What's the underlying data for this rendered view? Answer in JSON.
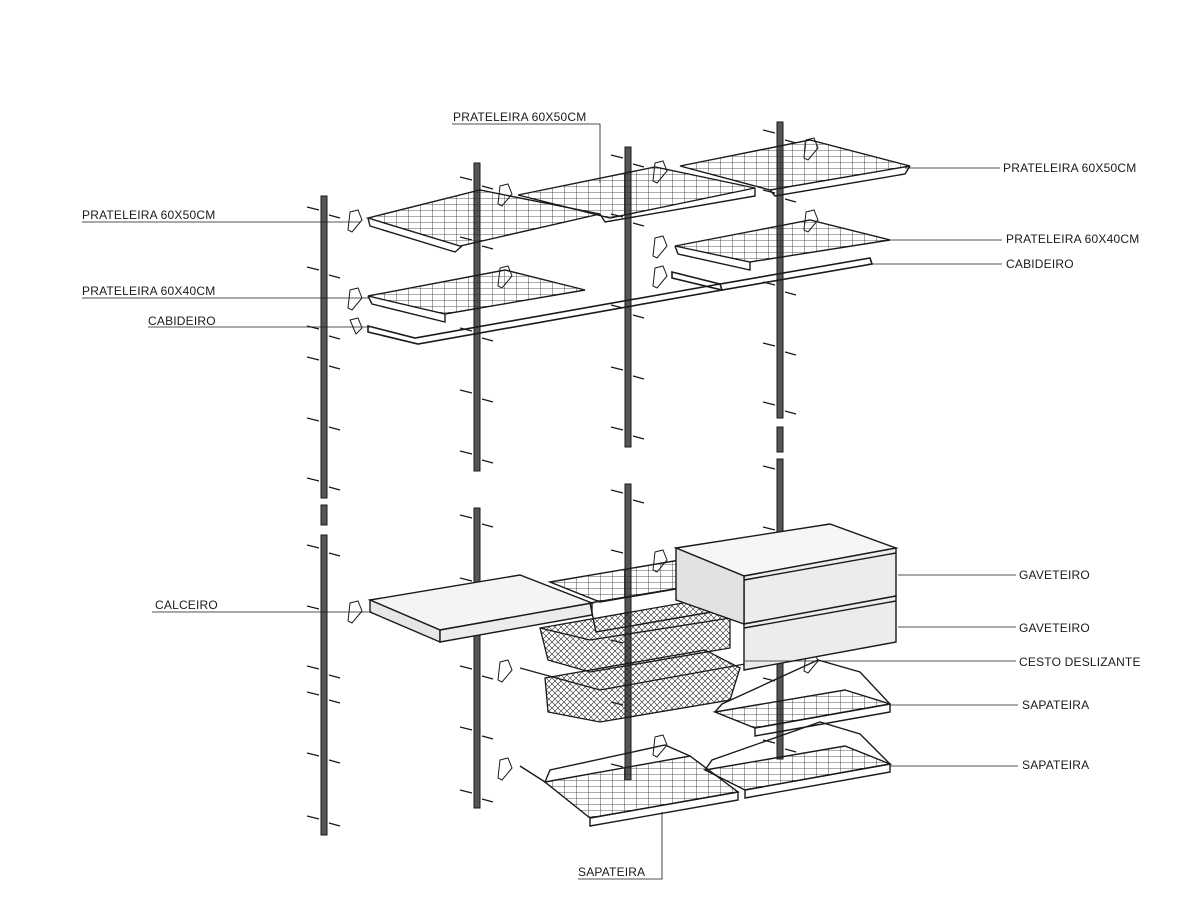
{
  "labels": {
    "top_center_shelf": "PRATELEIRA 60X50CM",
    "right_top_shelf": "PRATELEIRA 60X50CM",
    "left_top_shelf": "PRATELEIRA 60X50CM",
    "right_mid_shelf": "PRATELEIRA 60X40CM",
    "left_mid_shelf": "PRATELEIRA 60X40CM",
    "right_rail": "CABIDEIRO",
    "left_rail": "CABIDEIRO",
    "left_shoe_rack": "CALCEIRO",
    "drawer_upper": "GAVETEIRO",
    "drawer_lower": "GAVETEIRO",
    "sliding_basket": "CESTO DESLIZANTE",
    "shoe_shelf_upper": "SAPATEIRA",
    "shoe_shelf_lower": "SAPATEIRA",
    "shoe_shelf_bottom": "SAPATEIRA"
  },
  "colors": {
    "line": "#1a1a1a",
    "upright": "#3a3a3a",
    "shelf_fill": "#f4f4f4",
    "drawer_fill": "#f6f6f6"
  }
}
